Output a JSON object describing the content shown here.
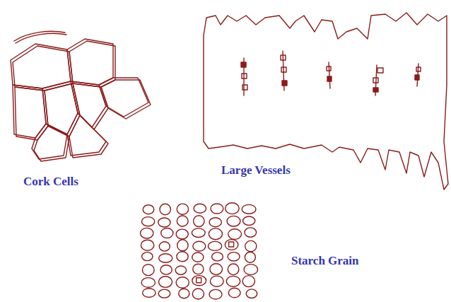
{
  "diagram": {
    "labels": [
      "Cork Cells",
      "Large Vessels",
      "Starch Grain"
    ]
  }
}
